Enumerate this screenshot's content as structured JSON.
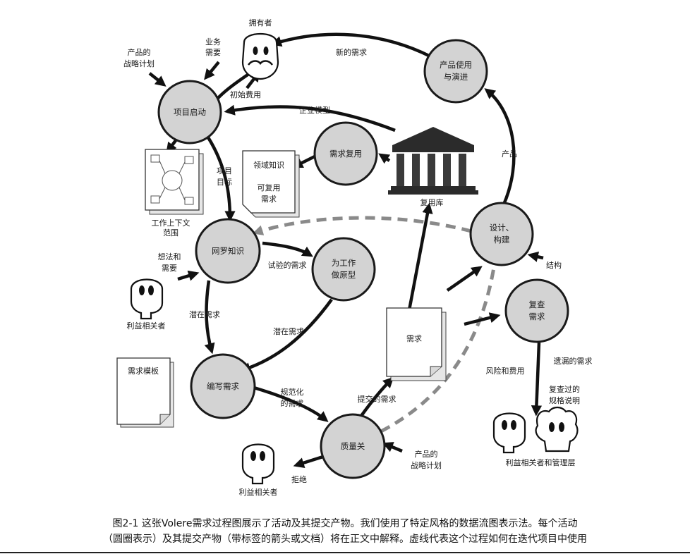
{
  "nodes": {
    "owner": "拥有者",
    "project_start": "项目启动",
    "product_usage": [
      "产品使用",
      "与演进"
    ],
    "req_reuse": "需求复用",
    "req_reuse_lib": "复用库",
    "trawl": "网罗知识",
    "prototype": [
      "为工作",
      "做原型"
    ],
    "design_build": [
      "设计、",
      "构建"
    ],
    "review": [
      "复查",
      "需求"
    ],
    "write_req": "编写需求",
    "quality_gate": "质量关"
  },
  "documents": {
    "domain_knowledge": "领域知识",
    "reusable_req": [
      "可复用",
      "需求"
    ],
    "req_template": "需求模板",
    "requirements": "需求"
  },
  "labels": {
    "business_needs": [
      "业务",
      "需要"
    ],
    "strategic_plan_top": [
      "产品的",
      "战略计划"
    ],
    "initial_cost": "初始费用",
    "new_req": "新的需求",
    "enterprise_model": "企业模型",
    "product": "产品",
    "work_context": [
      "工作上下文",
      "范围"
    ],
    "project_goal": [
      "项目",
      "目标"
    ],
    "ideas_needs": [
      "想法和",
      "需要"
    ],
    "stakeholders_left": "利益相关者",
    "trial_req": "试验的需求",
    "potential_req_left": "潜在需求",
    "potential_req_mid": "潜在需求",
    "structure": "结构",
    "formal_req": [
      "规范化",
      "的需求"
    ],
    "submitted_req": "提交的需求",
    "risk_cost": "风险和费用",
    "missing_req": "遗漏的需求",
    "reviewed_spec": [
      "复查过的",
      "规格说明"
    ],
    "stakeholders_mgmt": "利益相关者和管理层",
    "strategic_plan_bottom": [
      "产品的",
      "战略计划"
    ],
    "rejected": "拒绝",
    "stakeholders_bottom": "利益相关者"
  },
  "caption": {
    "line1": "图2-1 这张Volere需求过程图展示了活动及其提交产物。我们使用了特定风格的数据流图表示法。每个活动",
    "line2": "（圆圈表示）及其提交产物（带标签的箭头或文档）将在正文中解释。虚线代表这个过程如何在迭代项目中使用"
  }
}
